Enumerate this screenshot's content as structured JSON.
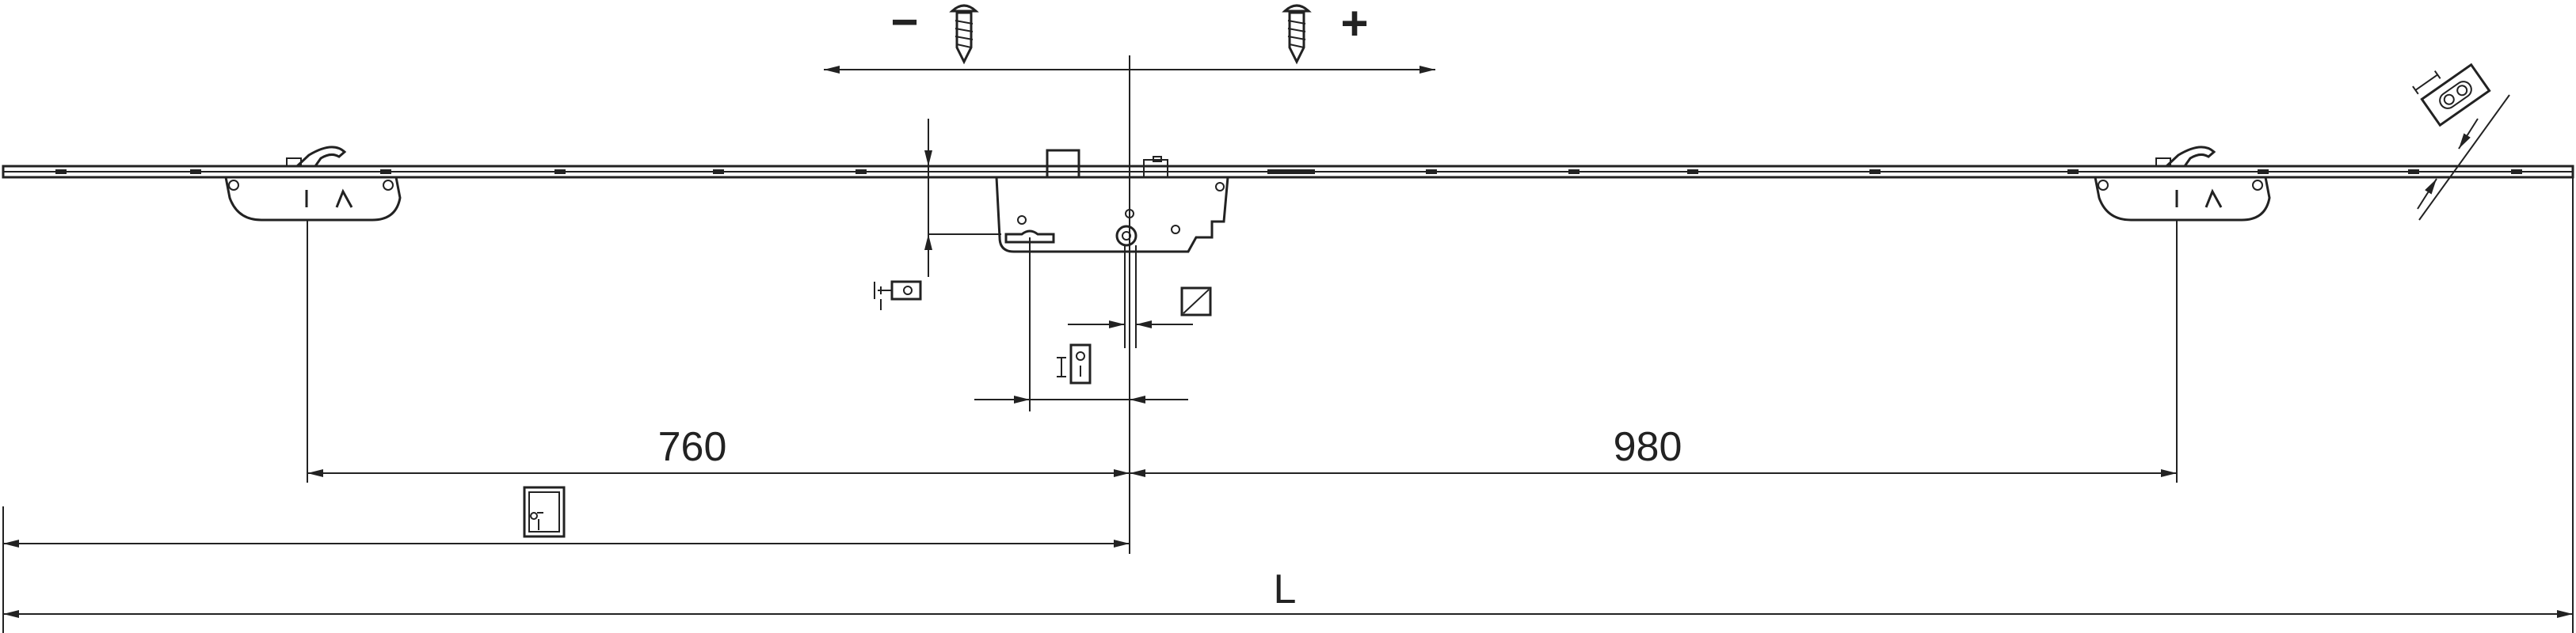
{
  "adjust": {
    "minus": "−",
    "plus": "+"
  },
  "dimensions": {
    "left_span": "760",
    "right_span": "980",
    "total_length": "L"
  }
}
